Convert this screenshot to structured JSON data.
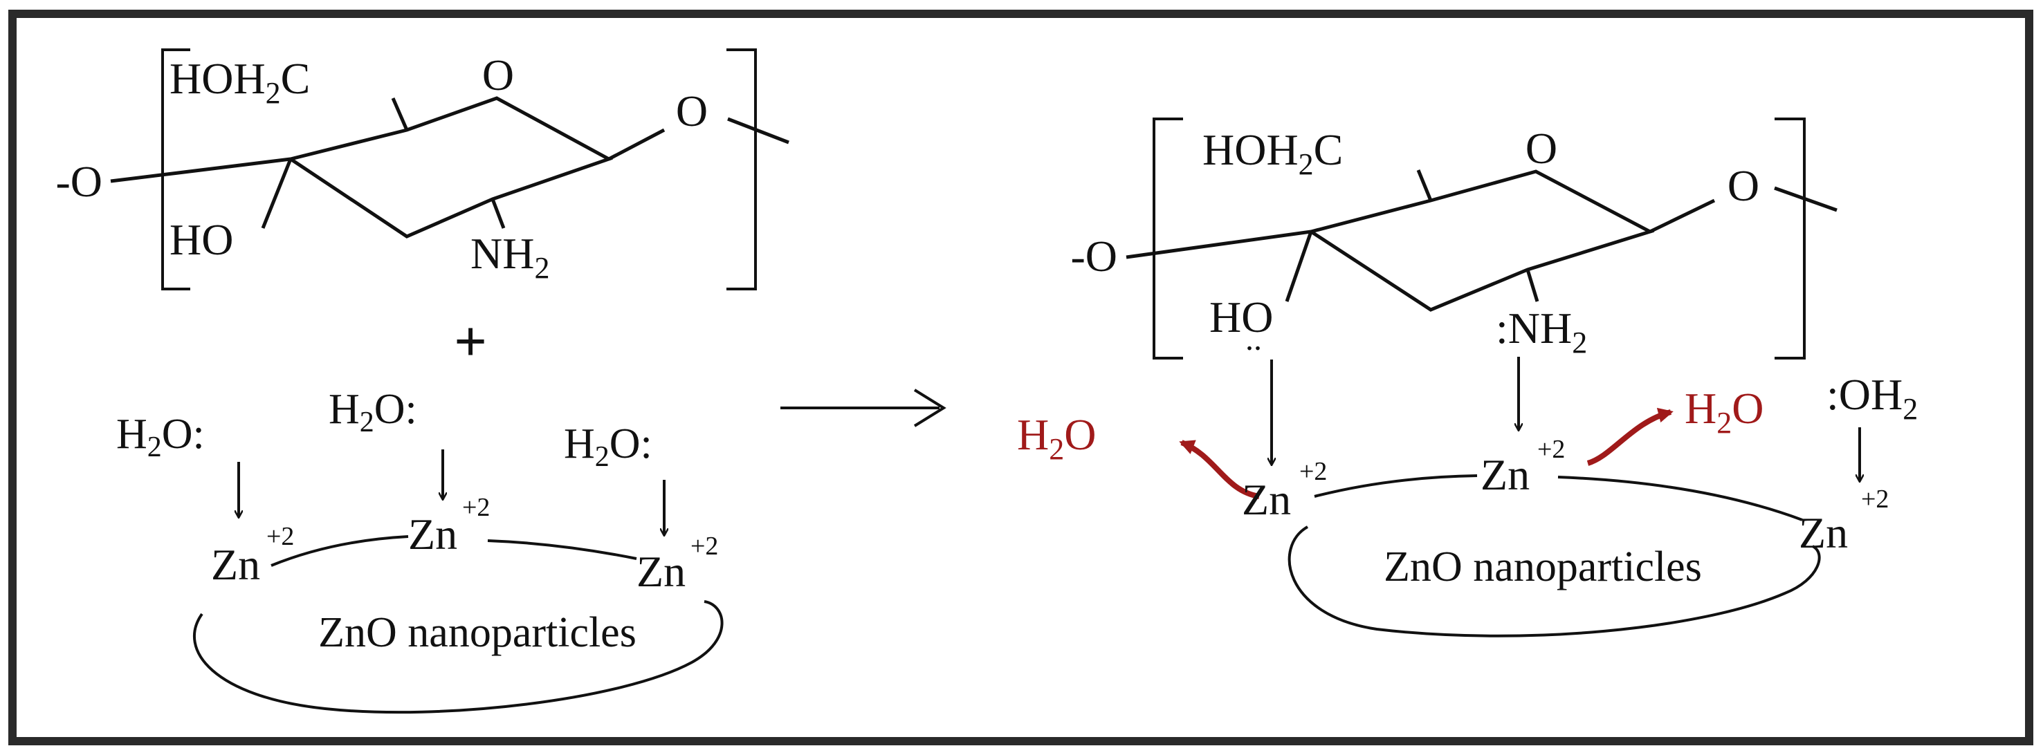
{
  "colors": {
    "ink": "#111111",
    "released_water": "#a01a1a",
    "frame": "#2a2a2a",
    "background": "#ffffff"
  },
  "left": {
    "chitosan": {
      "ch2oh": [
        "HOH",
        "2",
        "C"
      ],
      "ring_o": "O",
      "glyco_o_right": "O",
      "glyco_o_left": "-O",
      "hydroxyl": "HO",
      "amine": [
        "NH",
        "2"
      ]
    },
    "plus": "+",
    "water": [
      "H",
      "2",
      "O:"
    ],
    "zinc": [
      "Zn",
      "+2"
    ],
    "particle": "ZnO nanoparticles"
  },
  "right": {
    "chitosan": {
      "ch2oh": [
        "HOH",
        "2",
        "C"
      ],
      "ring_o": "O",
      "glyco_o_right": "O",
      "glyco_o_left": "-O",
      "hydroxyl": "HO",
      "lone_pair": "..",
      "amine": [
        ":NH",
        "2"
      ]
    },
    "water_released": [
      "H",
      "2",
      "O"
    ],
    "water_bound": [
      ":OH",
      "2"
    ],
    "zinc": [
      "Zn",
      "+2"
    ],
    "particle": "ZnO nanoparticles"
  }
}
